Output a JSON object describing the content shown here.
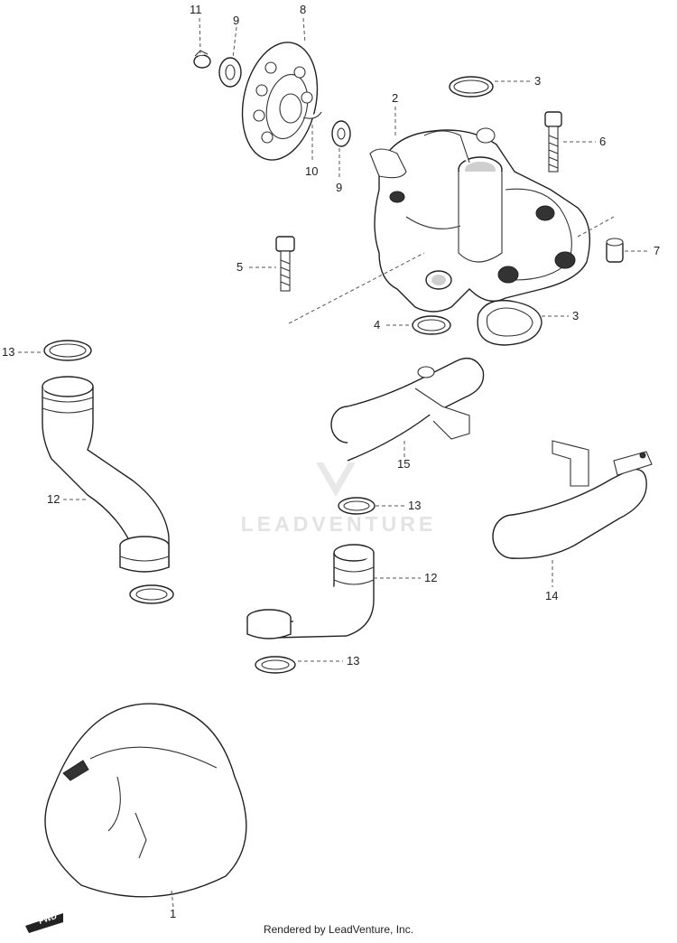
{
  "watermark": {
    "text": "LEADVENTURE"
  },
  "fwd_label": "FWD",
  "footer": {
    "credit": "Rendered by LeadVenture, Inc."
  },
  "callouts": {
    "c11": "11",
    "c9a": "9",
    "c8": "8",
    "c3a": "3",
    "c2": "2",
    "c6": "6",
    "c10": "10",
    "c9b": "9",
    "c7": "7",
    "c5": "5",
    "c4": "4",
    "c3b": "3",
    "c13a": "13",
    "c12a": "12",
    "c15": "15",
    "c13b": "13",
    "c14": "14",
    "c12b": "12",
    "c13c": "13",
    "c1": "1"
  }
}
